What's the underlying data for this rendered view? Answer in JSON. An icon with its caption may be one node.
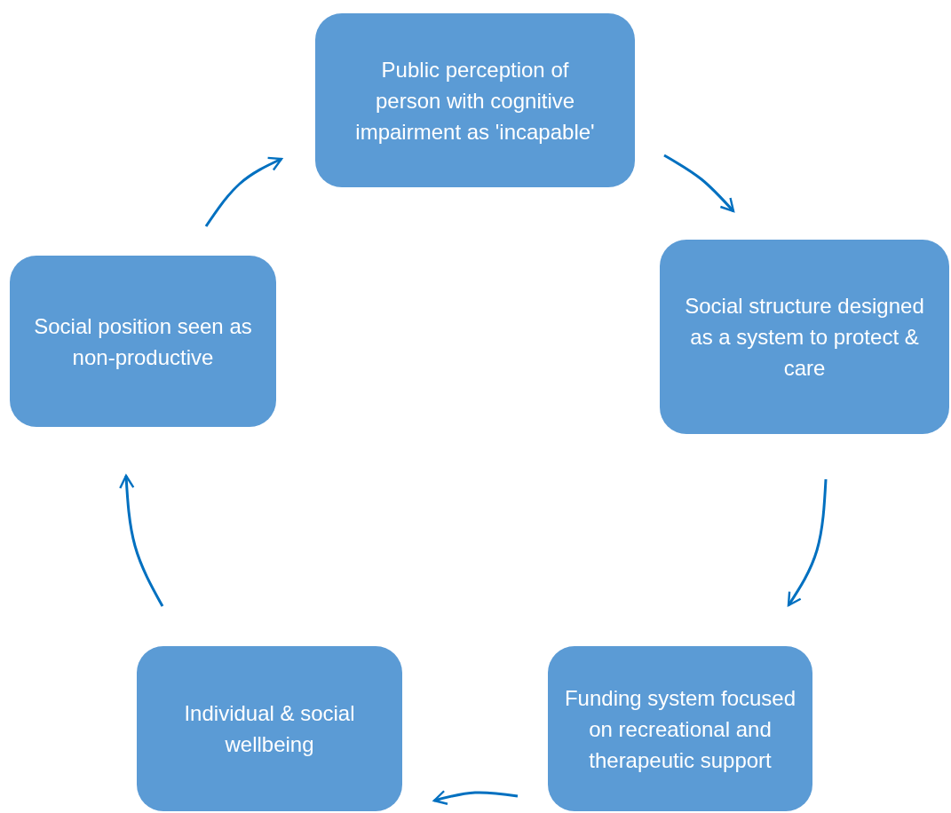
{
  "diagram": {
    "nodes": [
      {
        "text": [
          "Public perception of person with cognitive impairment as 'incapable'"
        ]
      },
      {
        "text": [
          "Social structure designed as a system to protect & care"
        ]
      },
      {
        "text": [
          "Funding system focused on recreational and therapeutic support"
        ]
      },
      {
        "text": [
          "Individual & social wellbeing"
        ]
      },
      {
        "text": [
          "Social position seen as non-productive"
        ]
      }
    ],
    "edges": [
      {
        "from": 0,
        "to": 1,
        "arrow": "to"
      },
      {
        "from": 1,
        "to": 2,
        "arrow": "to"
      },
      {
        "from": 2,
        "to": 3,
        "arrow": "to"
      },
      {
        "from": 3,
        "to": 4,
        "arrow": "to"
      },
      {
        "from": 4,
        "to": 0,
        "arrow": "to"
      }
    ]
  }
}
